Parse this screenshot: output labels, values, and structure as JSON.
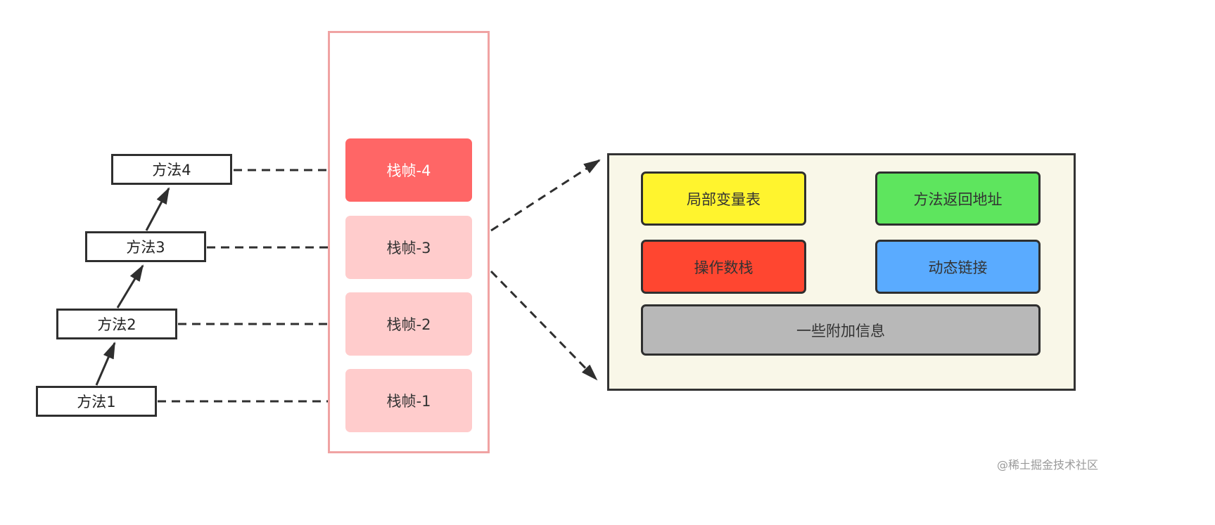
{
  "methods": [
    {
      "label": "方法1"
    },
    {
      "label": "方法2"
    },
    {
      "label": "方法3"
    },
    {
      "label": "方法4"
    }
  ],
  "frames": [
    {
      "label": "栈帧-1",
      "active": false
    },
    {
      "label": "栈帧-2",
      "active": false
    },
    {
      "label": "栈帧-3",
      "active": false
    },
    {
      "label": "栈帧-4",
      "active": true
    }
  ],
  "frame_detail": {
    "local_vars": {
      "label": "局部变量表",
      "color": "#fff42e"
    },
    "return_address": {
      "label": "方法返回地址",
      "color": "#5ee55e"
    },
    "operand_stack": {
      "label": "操作数栈",
      "color": "#ff4630"
    },
    "dynamic_link": {
      "label": "动态链接",
      "color": "#5aabff"
    },
    "extra_info": {
      "label": "一些附加信息",
      "color": "#b8b8b8"
    }
  },
  "colors": {
    "active_frame": "#ff6666",
    "inactive_frame": "#ffcccc",
    "stack_border": "#f0a3a3",
    "panel_background": "#f9f7e8"
  },
  "watermark": "@稀土掘金技术社区"
}
